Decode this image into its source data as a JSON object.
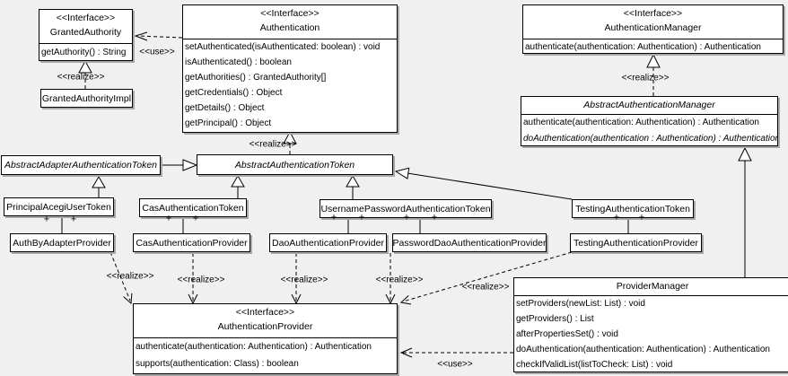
{
  "labels": {
    "realize": "<<realize>>",
    "use": "<<use>>",
    "plus": "+"
  },
  "classes": {
    "granted_authority": {
      "stereotype": "<<Interface>>",
      "name": "GrantedAuthority",
      "methods": [
        "getAuthority() : String"
      ]
    },
    "granted_authority_impl": {
      "name": "GrantedAuthorityImpl"
    },
    "authentication": {
      "stereotype": "<<Interface>>",
      "name": "Authentication",
      "methods": [
        "setAuthenticated(isAuthenticated: boolean) : void",
        "isAuthenticated() : boolean",
        "getAuthorities() : GrantedAuthority[]",
        "getCredentials() : Object",
        "getDetails() : Object",
        "getPrincipal() : Object"
      ]
    },
    "authentication_manager": {
      "stereotype": "<<Interface>>",
      "name": "AuthenticationManager",
      "methods": [
        "authenticate(authentication: Authentication) : Authentication"
      ]
    },
    "abstract_authentication_manager": {
      "name": "AbstractAuthenticationManager",
      "methods": [
        "authenticate(authentication: Authentication) : Authentication",
        "doAuthentication(authentication : Authentication) : Authentication"
      ]
    },
    "abstract_adapter_authentication_token": {
      "name": "AbstractAdapterAuthenticationToken"
    },
    "abstract_authentication_token": {
      "name": "AbstractAuthenticationToken"
    },
    "principal_acegi_user_token": {
      "name": "PrincipalAcegiUserToken"
    },
    "cas_authentication_token": {
      "name": "CasAuthenticationToken"
    },
    "username_password_authentication_token": {
      "name": "UsernamePasswordAuthenticationToken"
    },
    "testing_authentication_token": {
      "name": "TestingAuthenticationToken"
    },
    "auth_by_adapter_provider": {
      "name": "AuthByAdapterProvider"
    },
    "cas_authentication_provider": {
      "name": "CasAuthenticationProvider"
    },
    "dao_authentication_provider": {
      "name": "DaoAuthenticationProvider"
    },
    "password_dao_authentication_provider": {
      "name": "PasswordDaoAuthenticationProvider"
    },
    "testing_authentication_provider": {
      "name": "TestingAuthenticationProvider"
    },
    "authentication_provider": {
      "stereotype": "<<Interface>>",
      "name": "AuthenticationProvider",
      "methods": [
        "authenticate(authentication: Authentication) : Authentication",
        "supports(authentication: Class) : boolean"
      ]
    },
    "provider_manager": {
      "name": "ProviderManager",
      "methods": [
        "setProviders(newList: List) : void",
        "getProviders() : List",
        "afterPropertiesSet() : void",
        "doAuthentication(authentication: Authentication) : Authentication",
        "checkIfValidList(listToCheck: List) : void"
      ]
    }
  },
  "colors": {
    "background": "#f0f0f0",
    "box_fill": "#ffffff",
    "line": "#000000",
    "shadow": "#a8a8a8"
  }
}
